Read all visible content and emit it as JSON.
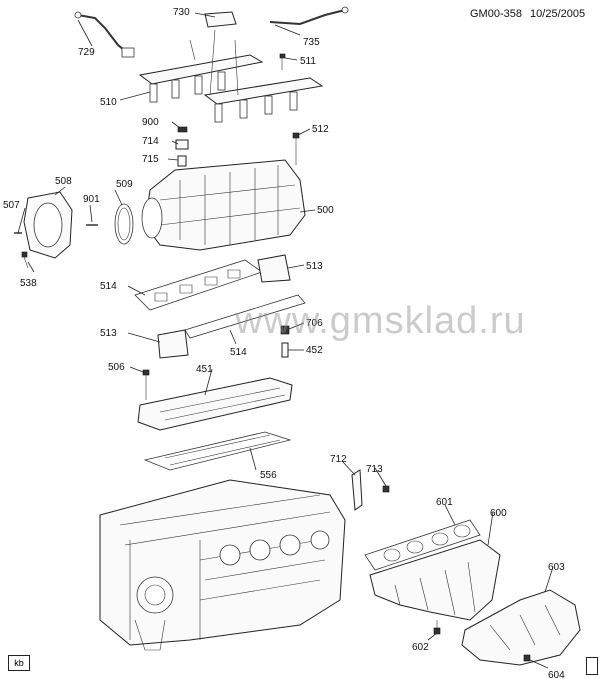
{
  "header": {
    "code": "GM00-358",
    "date": "10/25/2005"
  },
  "watermark": "www.gmsklad.ru",
  "corner_label": "kb",
  "callouts": {
    "c729": "729",
    "c730": "730",
    "c735": "735",
    "c510": "510",
    "c511": "511",
    "c900": "900",
    "c714": "714",
    "c715": "715",
    "c512": "512",
    "c507": "507",
    "c508": "508",
    "c901": "901",
    "c509": "509",
    "c500": "500",
    "c538": "538",
    "c513a": "513",
    "c514a": "514",
    "c513b": "513",
    "c514b": "514",
    "c706": "706",
    "c452": "452",
    "c506": "506",
    "c451": "451",
    "c712": "712",
    "c713": "713",
    "c556": "556",
    "c601": "601",
    "c600": "600",
    "c603": "603",
    "c602": "602",
    "c604": "604"
  }
}
